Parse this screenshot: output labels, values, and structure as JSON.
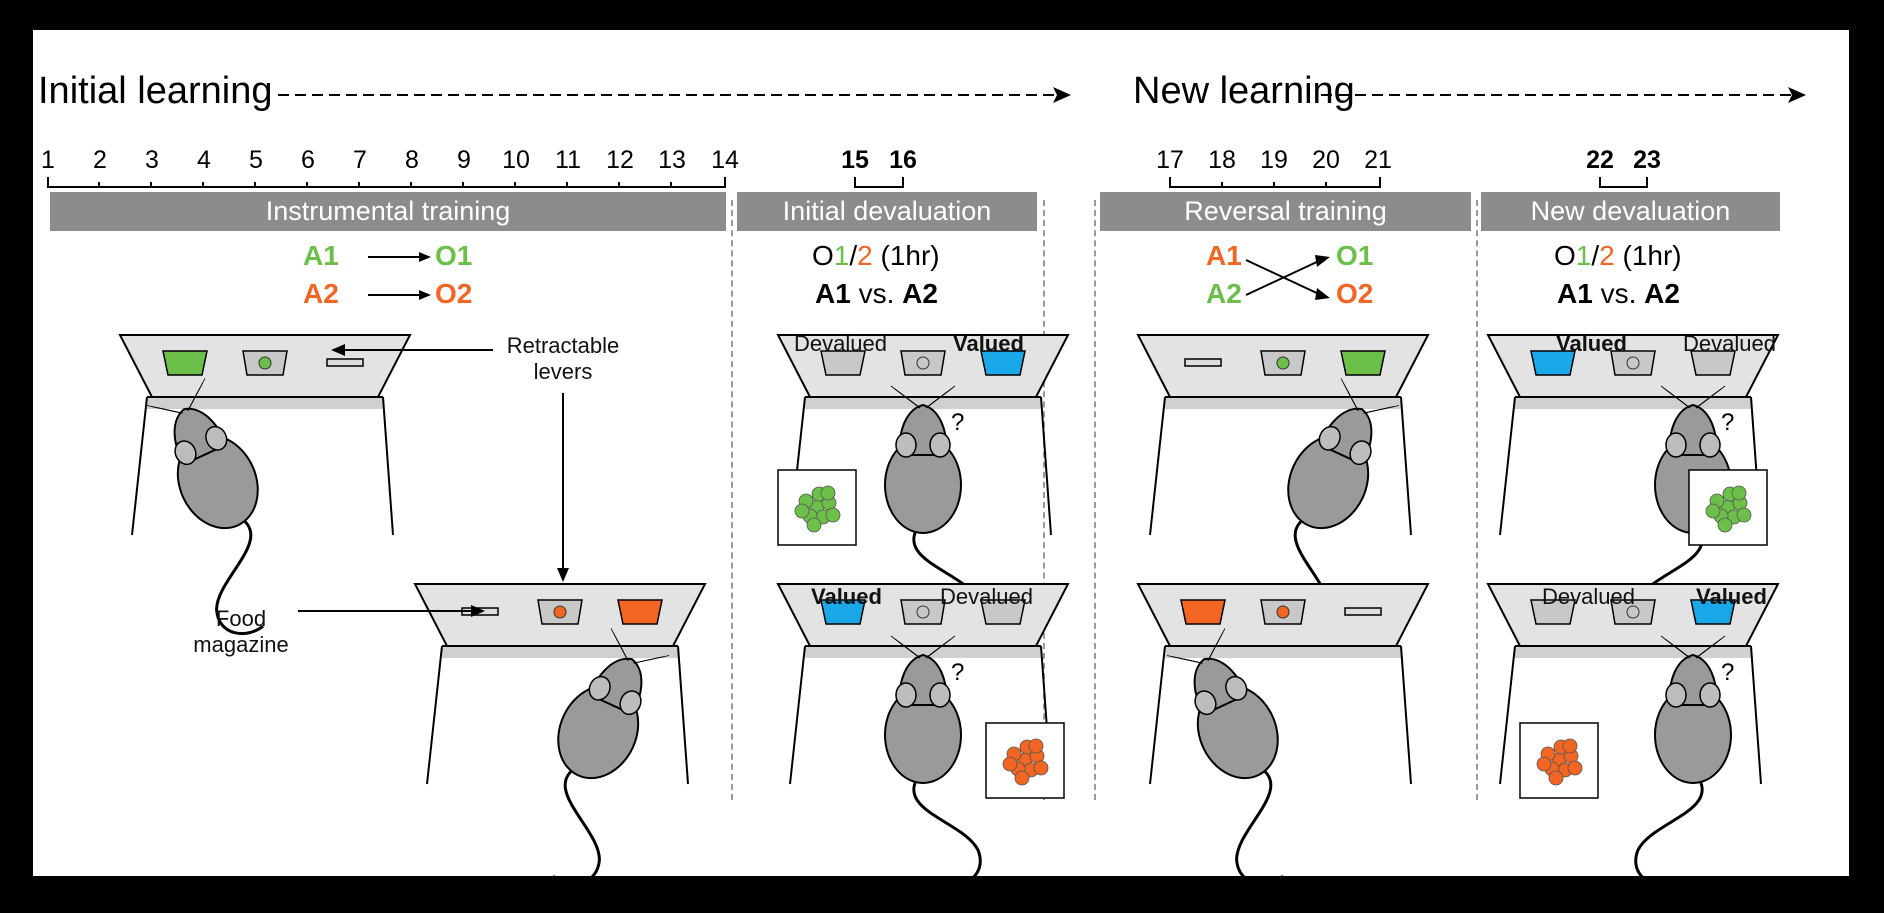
{
  "sections": {
    "initial": "Initial learning",
    "new": "New learning"
  },
  "timeline": {
    "training_days": [
      "1",
      "2",
      "3",
      "4",
      "5",
      "6",
      "7",
      "8",
      "9",
      "10",
      "11",
      "12",
      "13",
      "14"
    ],
    "initial_deval_days": [
      "15",
      "16"
    ],
    "reversal_days": [
      "17",
      "18",
      "19",
      "20",
      "21"
    ],
    "new_deval_days": [
      "22",
      "23"
    ]
  },
  "phases": {
    "instrumental": "Instrumental training",
    "initial_deval": "Initial devaluation",
    "reversal": "Reversal training",
    "new_deval": "New devaluation"
  },
  "contingencies": {
    "a1": "A1",
    "a2": "A2",
    "o1": "O1",
    "o2": "O2"
  },
  "devaluation_test": {
    "o_prefix": "O",
    "one": "1",
    "slash": "/",
    "two": "2",
    "duration": "(1hr)",
    "a1": "A1",
    "vs": "vs.",
    "a2": "A2"
  },
  "lever_states": {
    "devalued": "Devalued",
    "valued": "Valued"
  },
  "annotations": {
    "levers_line1": "Retractable",
    "levers_line2": "levers",
    "magazine_line1": "Food",
    "magazine_line2": "magazine"
  },
  "colors": {
    "green": "#6cc04a",
    "orange": "#f26522",
    "blue": "#1aa9e8",
    "bar_gray": "#8c8c8c"
  }
}
